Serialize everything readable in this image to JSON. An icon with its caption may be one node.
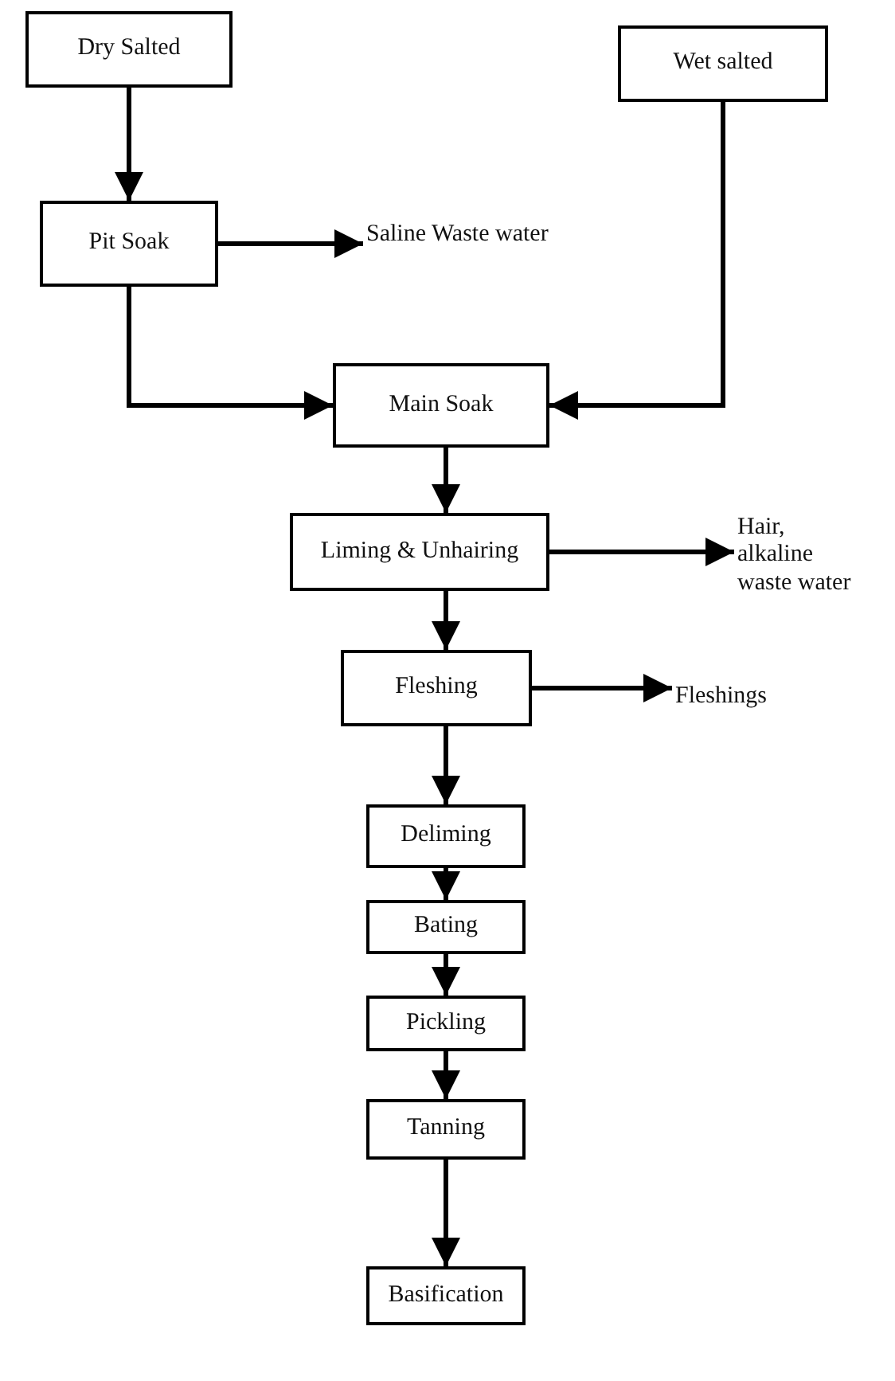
{
  "diagram": {
    "nodes": [
      {
        "text": [
          "Dry Salted"
        ]
      },
      {
        "text": [
          "Wet salted"
        ]
      },
      {
        "text": [
          "Pit Soak"
        ]
      },
      {
        "text": [
          "Saline Waste water"
        ]
      },
      {
        "text": [
          "Main Soak"
        ]
      },
      {
        "text": [
          "Liming & Unhairing"
        ]
      },
      {
        "text": [
          "Hair, alkaline waste water"
        ]
      },
      {
        "text": [
          "Fleshing"
        ]
      },
      {
        "text": [
          "Fleshings"
        ]
      },
      {
        "text": [
          "Deliming"
        ]
      },
      {
        "text": [
          "Bating"
        ]
      },
      {
        "text": [
          "Pickling"
        ]
      },
      {
        "text": [
          "Tanning"
        ]
      },
      {
        "text": [
          "Basification"
        ]
      }
    ],
    "edges": [
      {
        "from": 0,
        "to": 2,
        "arrow": "to"
      },
      {
        "from": 2,
        "to": 3,
        "arrow": "to"
      },
      {
        "from": 2,
        "to": 4,
        "arrow": "to"
      },
      {
        "from": 1,
        "to": 4,
        "arrow": "to"
      },
      {
        "from": 4,
        "to": 5,
        "arrow": "to"
      },
      {
        "from": 5,
        "to": 6,
        "arrow": "to"
      },
      {
        "from": 5,
        "to": 7,
        "arrow": "to"
      },
      {
        "from": 7,
        "to": 8,
        "arrow": "to"
      },
      {
        "from": 7,
        "to": 9,
        "arrow": "to"
      },
      {
        "from": 9,
        "to": 10,
        "arrow": "to"
      },
      {
        "from": 10,
        "to": 11,
        "arrow": "to"
      },
      {
        "from": 11,
        "to": 12,
        "arrow": "to"
      },
      {
        "from": 12,
        "to": 13,
        "arrow": "to"
      }
    ]
  }
}
